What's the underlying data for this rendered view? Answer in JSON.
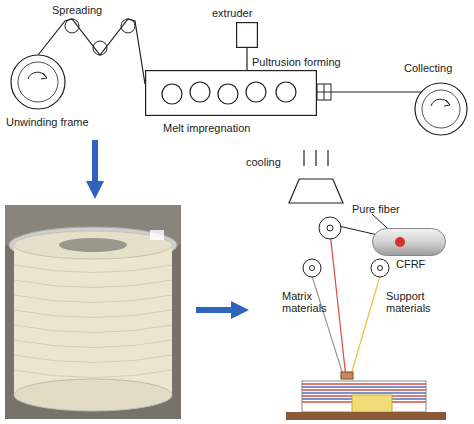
{
  "diagram": {
    "nodes": [
      {
        "text": [
          "Unwinding frame"
        ]
      },
      {
        "text": [
          "extruder"
        ]
      },
      {
        "text": [
          "Melt impregnation"
        ]
      },
      {
        "text": [
          "cooling"
        ]
      },
      {
        "text": [
          "Collecting"
        ]
      },
      {
        "text": [
          "CFRF"
        ]
      }
    ],
    "edges": [
      {
        "from": 0,
        "to": 2,
        "arrow": "none"
      },
      {
        "from": 2,
        "to": 4,
        "arrow": "none"
      },
      {
        "from": 1,
        "to": 2,
        "arrow": "none"
      }
    ],
    "labels": [
      "Spreading",
      "Pultrusion forming",
      "Pure fiber",
      "Matrix materials",
      "Support materials"
    ]
  }
}
